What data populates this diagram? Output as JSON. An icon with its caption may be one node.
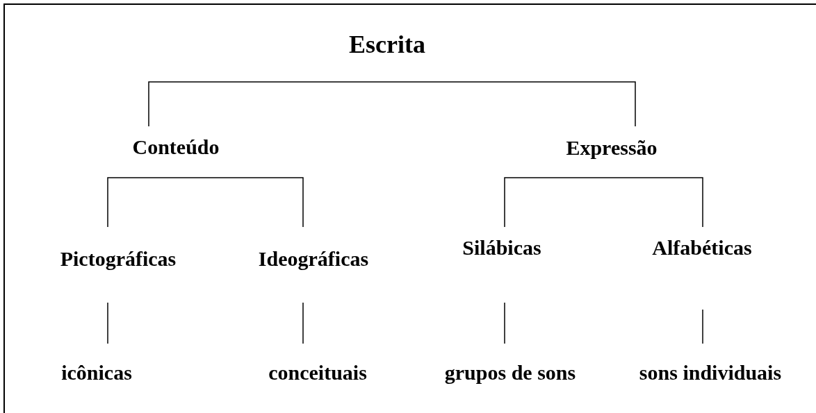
{
  "diagram": {
    "nodes": [
      {
        "text": [
          "Escrita"
        ]
      },
      {
        "text": [
          "Conteúdo"
        ]
      },
      {
        "text": [
          "Expressão"
        ]
      },
      {
        "text": [
          "Pictográficas"
        ]
      },
      {
        "text": [
          "Ideográficas"
        ]
      },
      {
        "text": [
          "Silábicas"
        ]
      },
      {
        "text": [
          "Alfabéticas"
        ]
      },
      {
        "text": [
          "icônicas"
        ]
      },
      {
        "text": [
          "conceituais"
        ]
      },
      {
        "text": [
          "grupos de sons"
        ]
      },
      {
        "text": [
          "sons individuais"
        ]
      }
    ],
    "edges": [
      {
        "from": 0,
        "to": 1,
        "arrow": "none"
      },
      {
        "from": 0,
        "to": 2,
        "arrow": "none"
      },
      {
        "from": 1,
        "to": 3,
        "arrow": "none"
      },
      {
        "from": 1,
        "to": 4,
        "arrow": "none"
      },
      {
        "from": 2,
        "to": 5,
        "arrow": "none"
      },
      {
        "from": 2,
        "to": 6,
        "arrow": "none"
      },
      {
        "from": 3,
        "to": 7,
        "arrow": "none"
      },
      {
        "from": 4,
        "to": 8,
        "arrow": "none"
      },
      {
        "from": 5,
        "to": 9,
        "arrow": "none"
      },
      {
        "from": 6,
        "to": 10,
        "arrow": "none"
      }
    ]
  }
}
